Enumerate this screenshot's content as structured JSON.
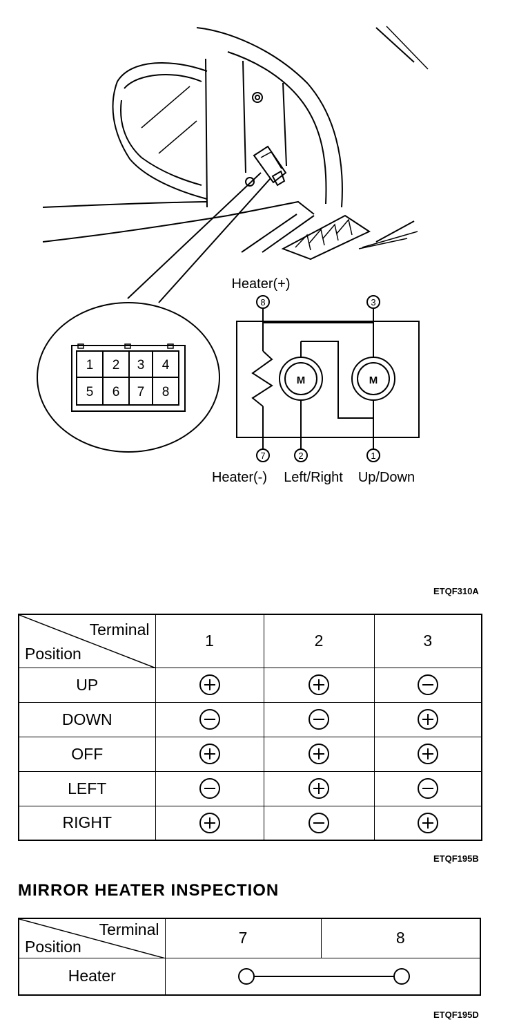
{
  "diagram": {
    "labels": {
      "heater_pos": "Heater(+)",
      "heater_neg": "Heater(-)",
      "left_right": "Left/Right",
      "up_down": "Up/Down"
    },
    "terminals": {
      "t8": "8",
      "t3": "3",
      "t7": "7",
      "t2": "2",
      "t1": "1"
    },
    "motor_symbol": "M",
    "connector_pins": [
      "1",
      "2",
      "3",
      "4",
      "5",
      "6",
      "7",
      "8"
    ]
  },
  "code_top": "ETQF310A",
  "mirror_table": {
    "header_terminal": "Terminal",
    "header_position": "Position",
    "columns": [
      "1",
      "2",
      "3"
    ],
    "rows": [
      {
        "label": "UP",
        "values": [
          "+",
          "+",
          "-"
        ]
      },
      {
        "label": "DOWN",
        "values": [
          "-",
          "-",
          "+"
        ]
      },
      {
        "label": "OFF",
        "values": [
          "+",
          "+",
          "+"
        ]
      },
      {
        "label": "LEFT",
        "values": [
          "-",
          "+",
          "-"
        ]
      },
      {
        "label": "RIGHT",
        "values": [
          "+",
          "-",
          "+"
        ]
      }
    ]
  },
  "code_middle": "ETQF195B",
  "heater_section": {
    "title": "MIRROR HEATER INSPECTION",
    "header_terminal": "Terminal",
    "header_position": "Position",
    "columns": [
      "7",
      "8"
    ],
    "row_label": "Heater"
  },
  "code_bottom": "ETQF195D"
}
